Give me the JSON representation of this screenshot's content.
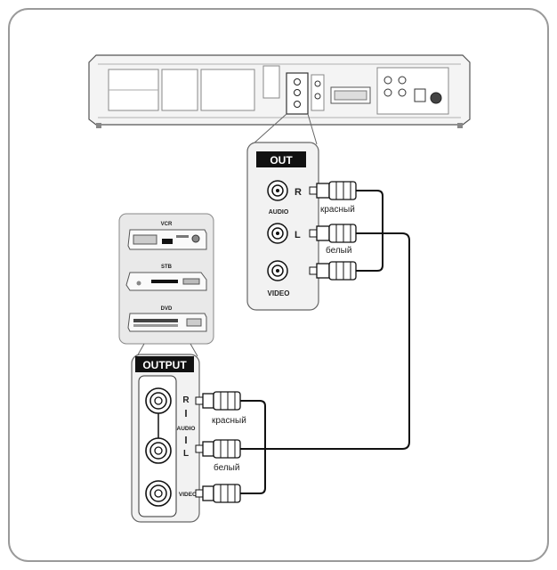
{
  "out_panel": {
    "header": "OUT",
    "r_label": "R",
    "l_label": "L",
    "audio_label": "AUDIO",
    "video_label": "VIDEO"
  },
  "output_panel": {
    "header": "OUTPUT",
    "r_label": "R",
    "l_label": "L",
    "audio_label": "AUDIO",
    "video_label": "VIDEO"
  },
  "devices": {
    "vcr_label": "VCR",
    "stb_label": "STB",
    "dvd_label": "DVD"
  },
  "cable_labels": {
    "top_red": "красный",
    "top_white": "белый",
    "bottom_red": "красный",
    "bottom_white": "белый"
  },
  "colors": {
    "frame": "#9a9a9a",
    "line": "#111111",
    "panel_fill": "#f2f2f2",
    "device_box": "#e9e9e9"
  }
}
